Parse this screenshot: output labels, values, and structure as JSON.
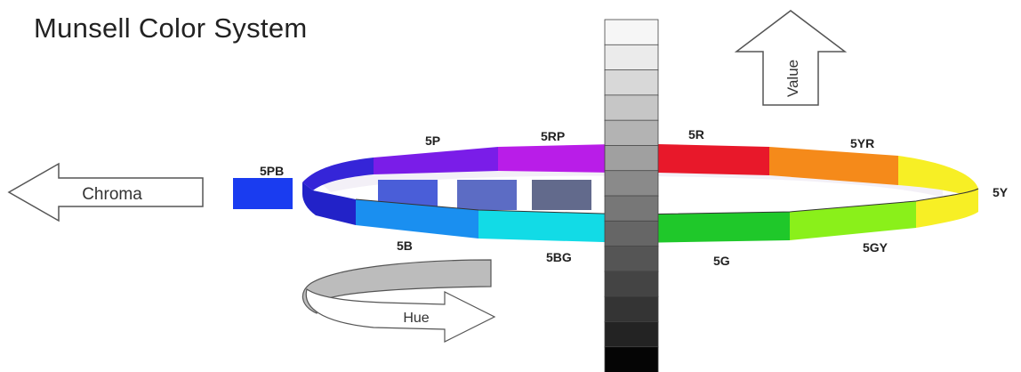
{
  "title": "Munsell Color System",
  "arrows": {
    "value_label": "Value",
    "chroma_label": "Chroma",
    "hue_label": "Hue"
  },
  "hue_labels": {
    "p5": "5P",
    "rp5": "5RP",
    "r5": "5R",
    "yr5": "5YR",
    "pb5": "5PB",
    "y5": "5Y",
    "b5": "5B",
    "bg5": "5BG",
    "g5": "5G",
    "gy5": "5GY"
  },
  "colors": {
    "purple": "#7a1de8",
    "red_purple": "#b91de8",
    "red": "#e8182a",
    "yellow_red": "#f58a1a",
    "yellow": "#f7ef25",
    "green_yellow": "#8af01a",
    "green": "#1fc82a",
    "blue_green": "#12dbe6",
    "blue": "#1a8ff0",
    "purple_blue": "#2a2ae8",
    "chroma_swatches": [
      "#1a3cf0",
      "#4a5ed8",
      "#5c6cc4",
      "#626a8c"
    ]
  },
  "value_scale": [
    "#f6f6f6",
    "#ebebeb",
    "#d8d8d8",
    "#c6c6c6",
    "#b3b3b3",
    "#a0a0a0",
    "#8a8a8a",
    "#777777",
    "#666666",
    "#555555",
    "#444444",
    "#343434",
    "#232323",
    "#050505"
  ]
}
